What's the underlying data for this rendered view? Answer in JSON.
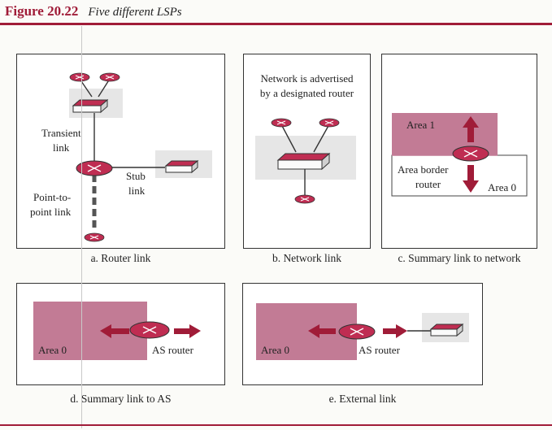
{
  "figure": {
    "number": "Figure 20.22",
    "caption": "Five different LSPs"
  },
  "panel_a": {
    "caption": "a. Router link",
    "transient": "Transient",
    "link1": "link",
    "stub": "Stub",
    "link2": "link",
    "p2p1": "Point-to-",
    "p2p2": "point link"
  },
  "panel_b": {
    "caption": "b. Network link",
    "line1": "Network is advertised",
    "line2": "by a designated router"
  },
  "panel_c": {
    "caption": "c. Summary link to network",
    "area1": "Area 1",
    "abr1": "Area border",
    "abr2": "router",
    "area0": "Area 0"
  },
  "panel_d": {
    "caption": "d. Summary link to AS",
    "area0": "Area 0",
    "as_router": "AS router"
  },
  "panel_e": {
    "caption": "e. External link",
    "area0": "Area 0",
    "as_router": "AS router"
  },
  "colors": {
    "accent": "#a01c38",
    "area_fill": "#c27b95",
    "network_gray": "#e6e6e6"
  }
}
